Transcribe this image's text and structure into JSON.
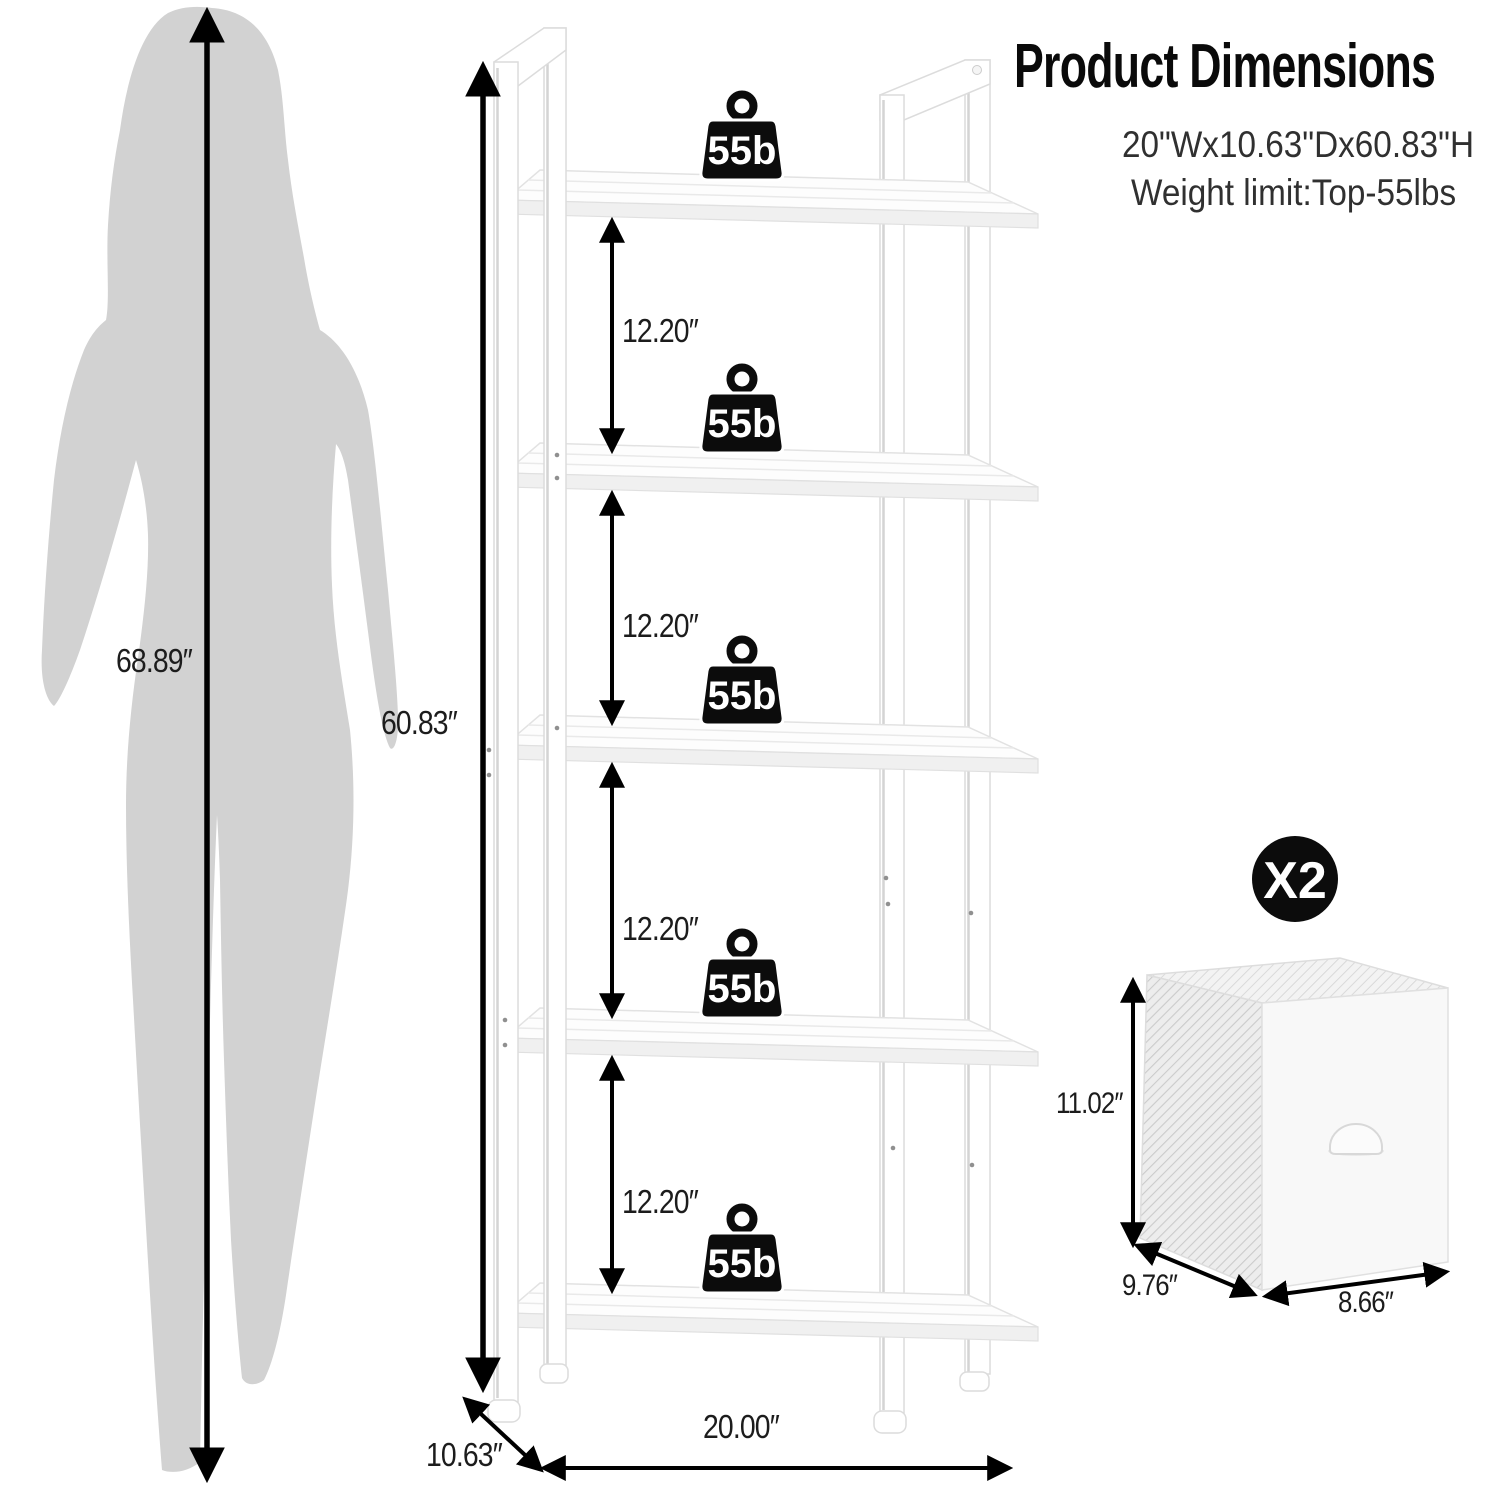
{
  "header": {
    "title": "Product Dimensions",
    "size_line": "20\"Wx10.63\"Dx60.83\"H",
    "weight_line": "Weight limit:Top-55lbs"
  },
  "person": {
    "height_label": "68.89″"
  },
  "shelf_unit": {
    "shelf_count": 5,
    "overall_height_label": "60.83″",
    "width_label": "20.00″",
    "depth_label": "10.63″",
    "shelf_spacing_labels": [
      "12.20″",
      "12.20″",
      "12.20″",
      "12.20″"
    ],
    "per_shelf_weight_label": "55b"
  },
  "storage_cube": {
    "quantity_label": "X2",
    "height_label": "11.02″",
    "depth_label": "9.76″",
    "width_label": "8.66″"
  },
  "colors": {
    "background": "#ffffff",
    "silhouette": "#d2d2d2",
    "arrow": "#000000",
    "label_text": "#1c1c1c",
    "subtitle_text": "#303030",
    "title_text": "#0a0a0a",
    "badge_bg": "#0c0c0c",
    "badge_text": "#ffffff",
    "frame_white": "#ffffff",
    "frame_outline": "#dcdcdc",
    "board_face": "#f0f0f0"
  }
}
